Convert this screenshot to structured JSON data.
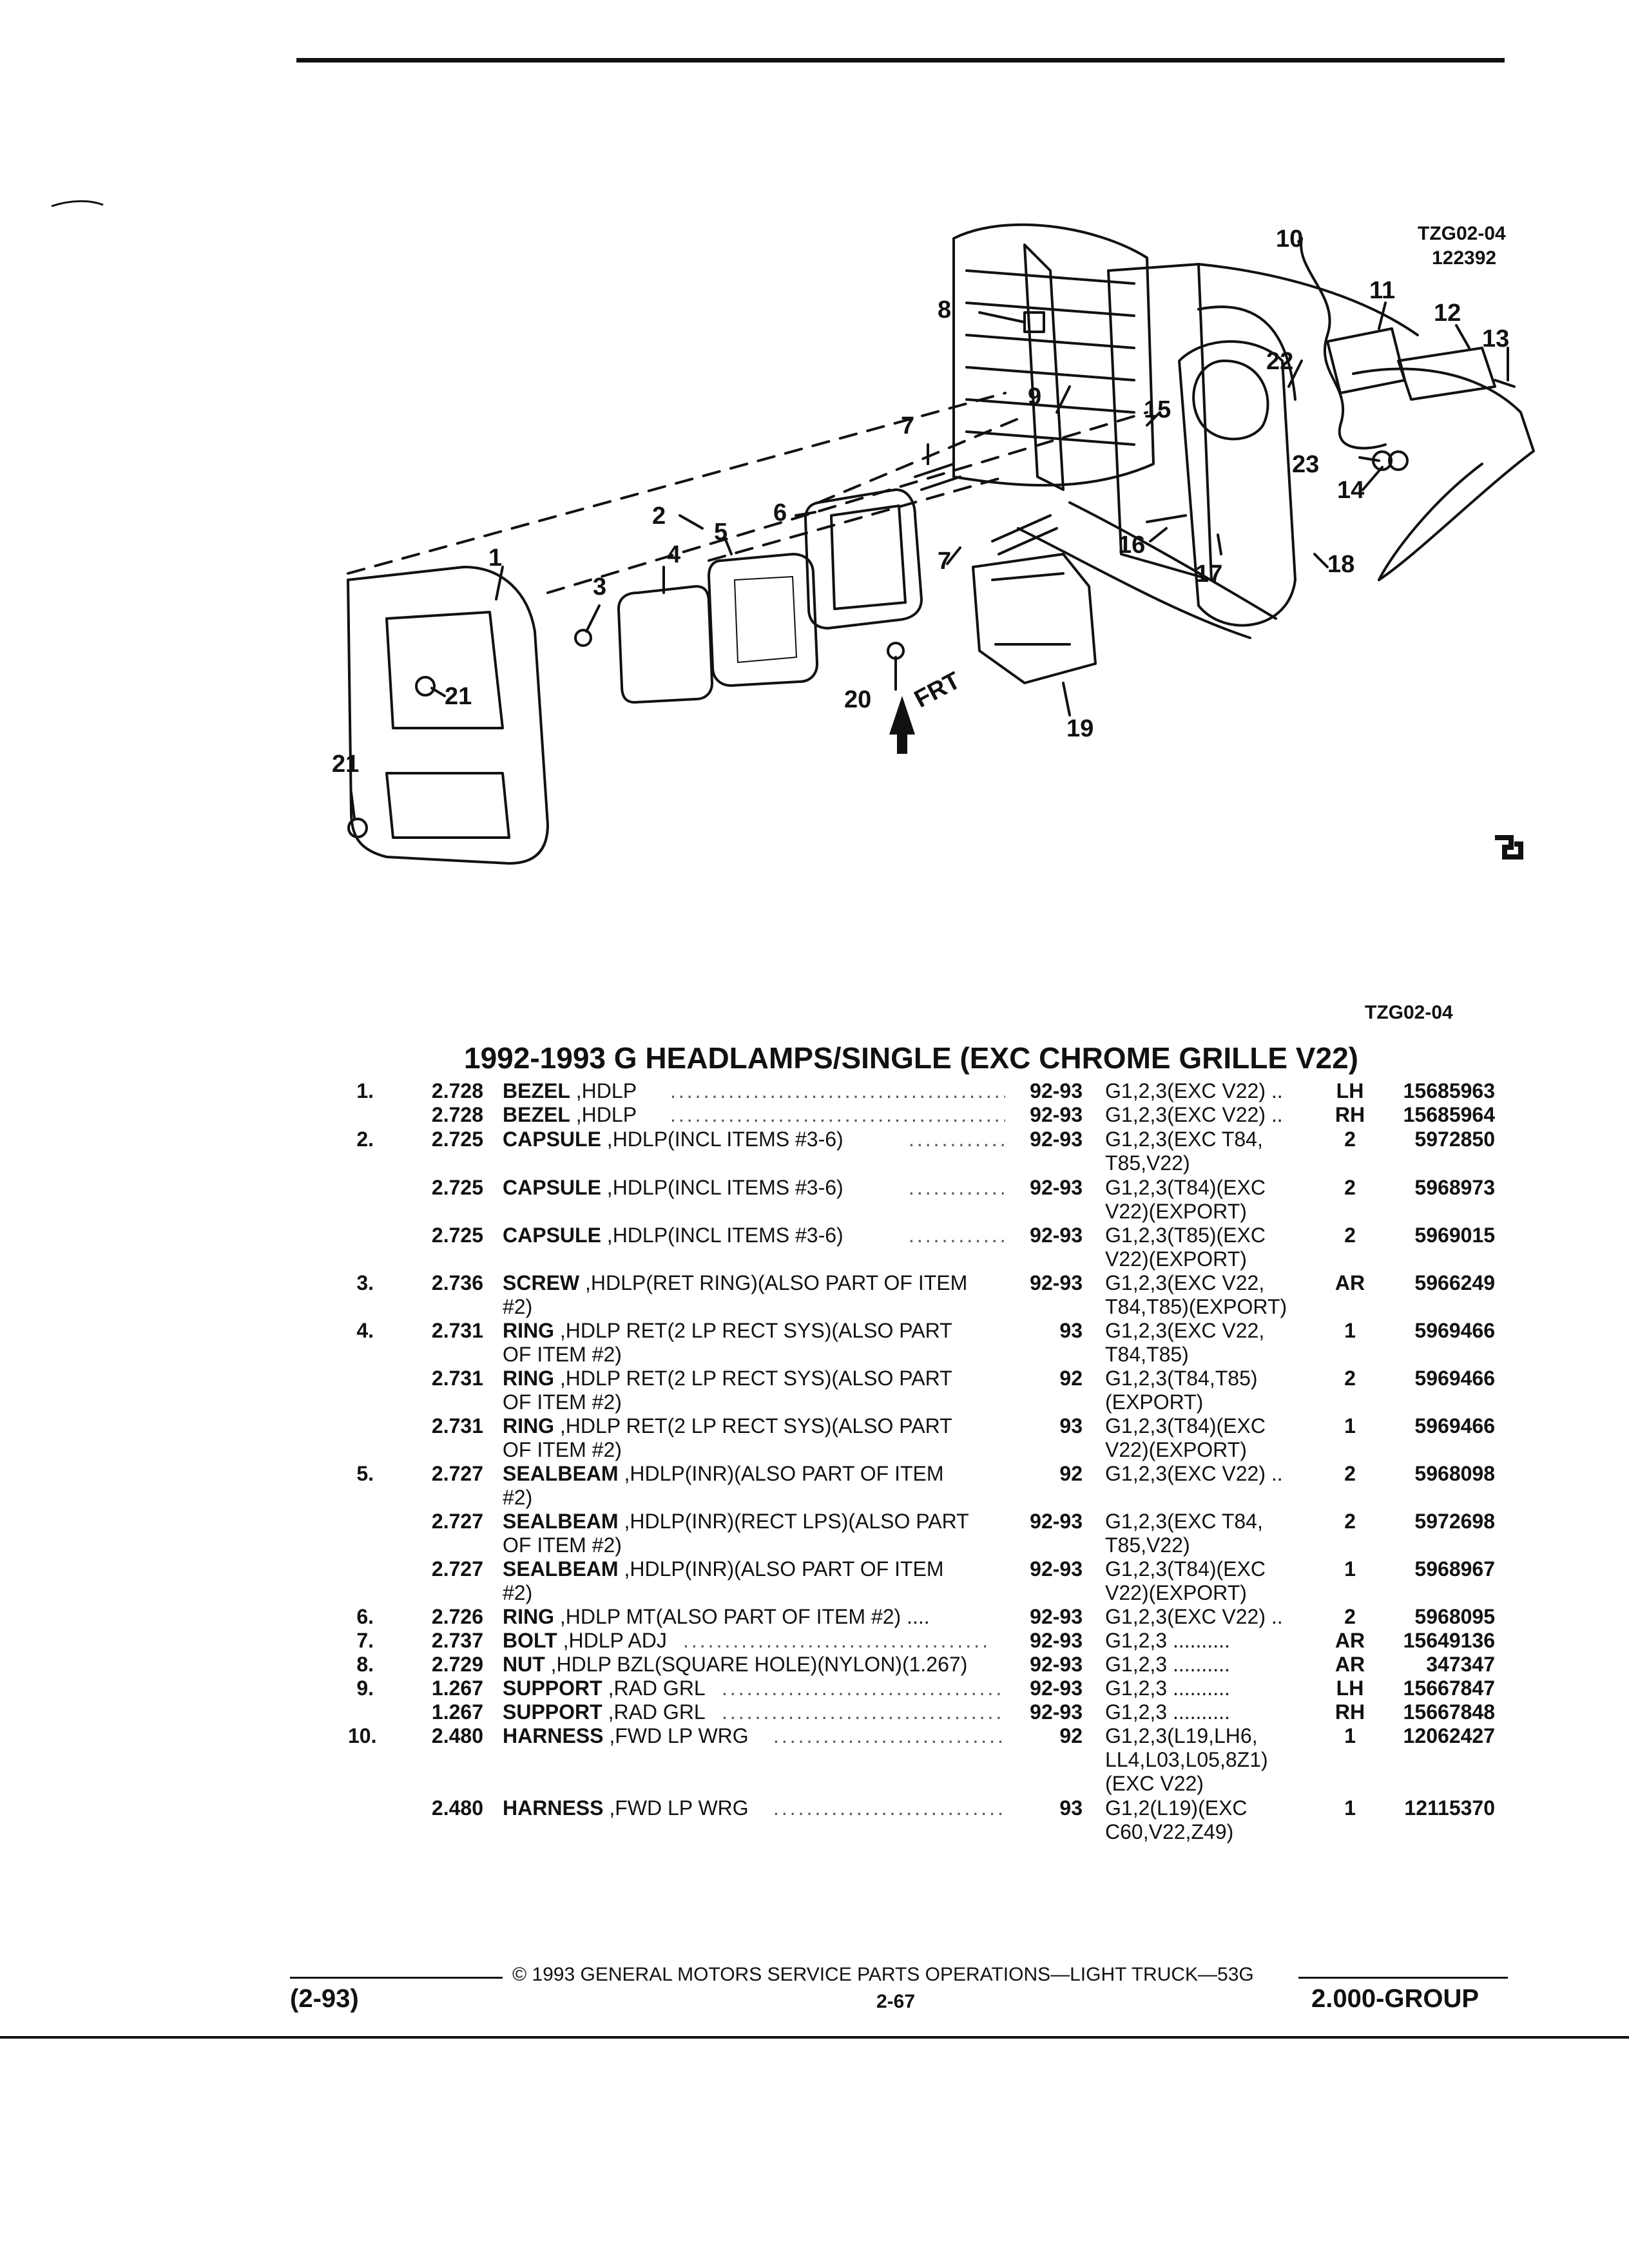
{
  "header": {
    "diagram_code": "TZG02-04",
    "diagram_date": "122392",
    "diagram_code_bottom": "TZG02-04",
    "front_label": "FRT"
  },
  "callouts": [
    "1",
    "2",
    "3",
    "4",
    "5",
    "6",
    "7",
    "7",
    "8",
    "9",
    "10",
    "11",
    "12",
    "13",
    "14",
    "15",
    "16",
    "17",
    "18",
    "19",
    "20",
    "21",
    "21",
    "22",
    "23"
  ],
  "section_title": "1992-1993 G HEADLAMPS/SINGLE (EXC CHROME GRILLE V22)",
  "rows": [
    {
      "item": "1.",
      "group": "2.728",
      "name": "BEZEL",
      "desc": " ,HDLP",
      "year": "92-93",
      "model": "G1,2,3(EXC V22) ..",
      "qty": "LH",
      "part": "15685963"
    },
    {
      "item": "",
      "group": "2.728",
      "name": "BEZEL",
      "desc": " ,HDLP",
      "year": "92-93",
      "model": "G1,2,3(EXC V22) ..",
      "qty": "RH",
      "part": "15685964"
    },
    {
      "item": "2.",
      "group": "2.725",
      "name": "CAPSULE",
      "desc": " ,HDLP(INCL ITEMS #3-6)",
      "year": "92-93",
      "model": "G1,2,3(EXC T84,",
      "model2": "T85,V22)",
      "qty": "2",
      "part": "5972850"
    },
    {
      "item": "",
      "group": "2.725",
      "name": "CAPSULE",
      "desc": " ,HDLP(INCL ITEMS #3-6)",
      "year": "92-93",
      "model": "G1,2,3(T84)(EXC",
      "model2": "V22)(EXPORT)",
      "qty": "2",
      "part": "5968973"
    },
    {
      "item": "",
      "group": "2.725",
      "name": "CAPSULE",
      "desc": " ,HDLP(INCL ITEMS #3-6)",
      "year": "92-93",
      "model": "G1,2,3(T85)(EXC",
      "model2": "V22)(EXPORT)",
      "qty": "2",
      "part": "5969015"
    },
    {
      "item": "3.",
      "group": "2.736",
      "name": "SCREW",
      "desc": " ,HDLP(RET RING)(ALSO PART OF ITEM",
      "desc2": "#2)",
      "year": "92-93",
      "model": "G1,2,3(EXC V22,",
      "model2": "T84,T85)(EXPORT)",
      "qty": "AR",
      "part": "5966249"
    },
    {
      "item": "4.",
      "group": "2.731",
      "name": "RING",
      "desc": " ,HDLP RET(2 LP RECT SYS)(ALSO PART",
      "desc2": "OF ITEM #2)",
      "year": "93",
      "model": "G1,2,3(EXC V22,",
      "model2": "T84,T85)",
      "qty": "1",
      "part": "5969466"
    },
    {
      "item": "",
      "group": "2.731",
      "name": "RING",
      "desc": " ,HDLP RET(2 LP RECT SYS)(ALSO PART",
      "desc2": "OF ITEM #2)",
      "year": "92",
      "model": "G1,2,3(T84,T85)",
      "model2": "(EXPORT)",
      "qty": "2",
      "part": "5969466"
    },
    {
      "item": "",
      "group": "2.731",
      "name": "RING",
      "desc": " ,HDLP RET(2 LP RECT SYS)(ALSO PART",
      "desc2": "OF ITEM #2)",
      "year": "93",
      "model": "G1,2,3(T84)(EXC",
      "model2": "V22)(EXPORT)",
      "qty": "1",
      "part": "5969466"
    },
    {
      "item": "5.",
      "group": "2.727",
      "name": "SEALBEAM",
      "desc": " ,HDLP(INR)(ALSO PART OF ITEM",
      "desc2": "#2)",
      "year": "92",
      "model": "G1,2,3(EXC V22) ..",
      "qty": "2",
      "part": "5968098"
    },
    {
      "item": "",
      "group": "2.727",
      "name": "SEALBEAM",
      "desc": " ,HDLP(INR)(RECT LPS)(ALSO PART",
      "desc2": "OF ITEM #2)",
      "year": "92-93",
      "model": "G1,2,3(EXC T84,",
      "model2": "T85,V22)",
      "qty": "2",
      "part": "5972698"
    },
    {
      "item": "",
      "group": "2.727",
      "name": "SEALBEAM",
      "desc": " ,HDLP(INR)(ALSO PART OF ITEM",
      "desc2": "#2)",
      "year": "92-93",
      "model": "G1,2,3(T84)(EXC",
      "model2": "V22)(EXPORT)",
      "qty": "1",
      "part": "5968967"
    },
    {
      "item": "6.",
      "group": "2.726",
      "name": "RING",
      "desc": " ,HDLP MT(ALSO PART OF ITEM #2) ....",
      "year": "92-93",
      "model": "G1,2,3(EXC V22) ..",
      "qty": "2",
      "part": "5968095"
    },
    {
      "item": "7.",
      "group": "2.737",
      "name": "BOLT",
      "desc": " ,HDLP ADJ",
      "year": "92-93",
      "model": "G1,2,3 ..........",
      "qty": "AR",
      "part": "15649136"
    },
    {
      "item": "8.",
      "group": "2.729",
      "name": "NUT",
      "desc": " ,HDLP BZL(SQUARE HOLE)(NYLON)(1.267)",
      "year": "92-93",
      "model": "G1,2,3 ..........",
      "qty": "AR",
      "part": "347347"
    },
    {
      "item": "9.",
      "group": "1.267",
      "name": "SUPPORT",
      "desc": " ,RAD GRL",
      "year": "92-93",
      "model": "G1,2,3 ..........",
      "qty": "LH",
      "part": "15667847"
    },
    {
      "item": "",
      "group": "1.267",
      "name": "SUPPORT",
      "desc": " ,RAD GRL",
      "year": "92-93",
      "model": "G1,2,3 ..........",
      "qty": "RH",
      "part": "15667848"
    },
    {
      "item": "10.",
      "group": "2.480",
      "name": "HARNESS",
      "desc": " ,FWD LP WRG",
      "year": "92",
      "model": "G1,2,3(L19,LH6,",
      "model2": "LL4,L03,L05,8Z1)",
      "model3": "(EXC V22)",
      "qty": "1",
      "part": "12062427"
    },
    {
      "item": "",
      "group": "2.480",
      "name": "HARNESS",
      "desc": " ,FWD LP WRG",
      "year": "93",
      "model": "G1,2(L19)(EXC",
      "model2": "C60,V22,Z49)",
      "qty": "1",
      "part": "12115370"
    }
  ],
  "footer": {
    "left": "(2-93)",
    "center": "© 1993 GENERAL MOTORS SERVICE PARTS OPERATIONS—LIGHT TRUCK—53G",
    "page": "2-67",
    "right": "2.000-GROUP"
  }
}
